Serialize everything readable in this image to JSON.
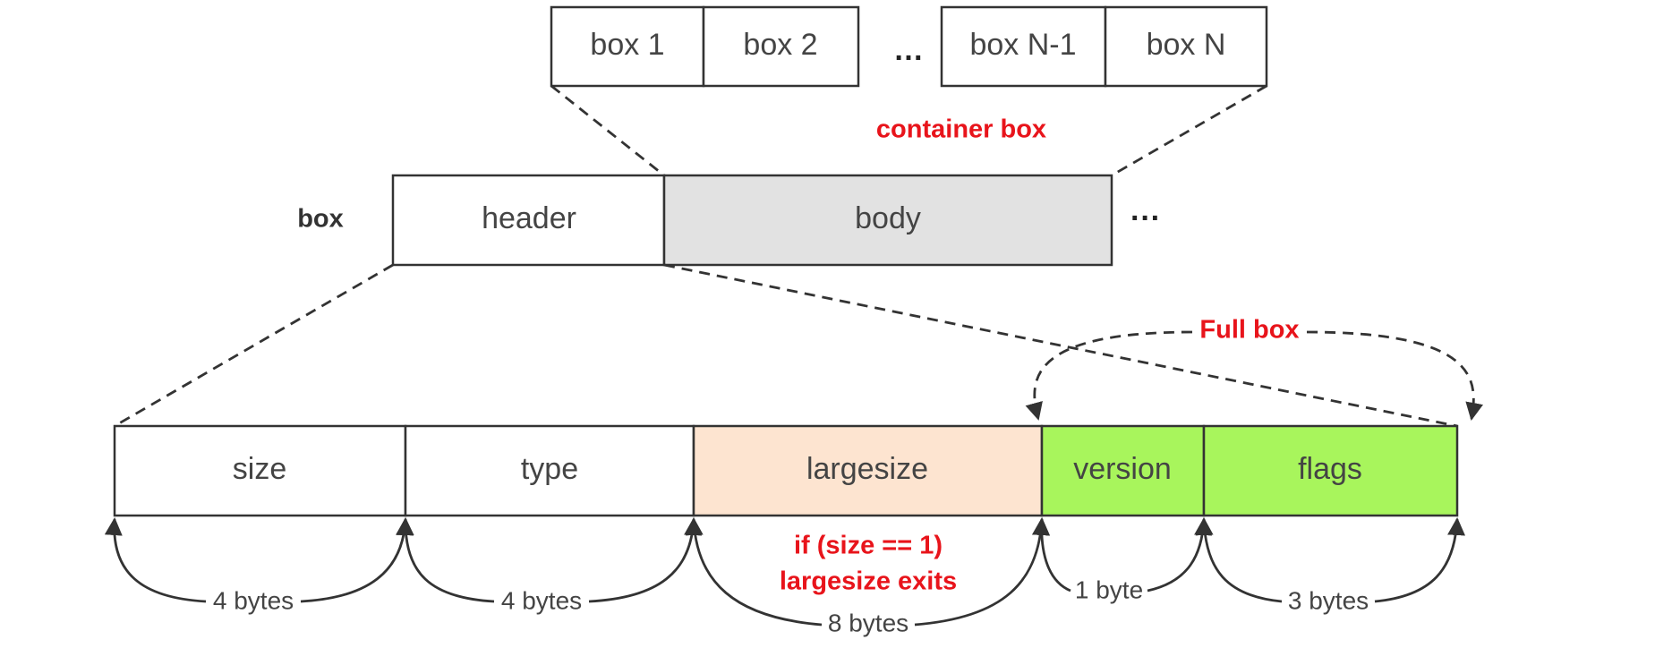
{
  "colors": {
    "white": "#ffffff",
    "body_gray": "#e2e2e2",
    "largesize_peach": "#fde4d0",
    "fullbox_green": "#a8f55c",
    "label_red": "#e8141b",
    "stroke": "#333333"
  },
  "container_boxes": [
    "box 1",
    "box 2",
    "box N-1",
    "box N"
  ],
  "container_ellipsis": "…",
  "container_label": "container box",
  "box_label": "box",
  "box_row": {
    "header": "header",
    "body": "body",
    "ellipsis": "···"
  },
  "fields": [
    "size",
    "type",
    "largesize",
    "version",
    "flags"
  ],
  "full_box_label": "Full box",
  "condition": {
    "line1": "if (size == 1)",
    "line2": "largesize exits"
  },
  "byte_sizes": [
    "4 bytes",
    "4 bytes",
    "8 bytes",
    "1 byte",
    "3 bytes"
  ]
}
